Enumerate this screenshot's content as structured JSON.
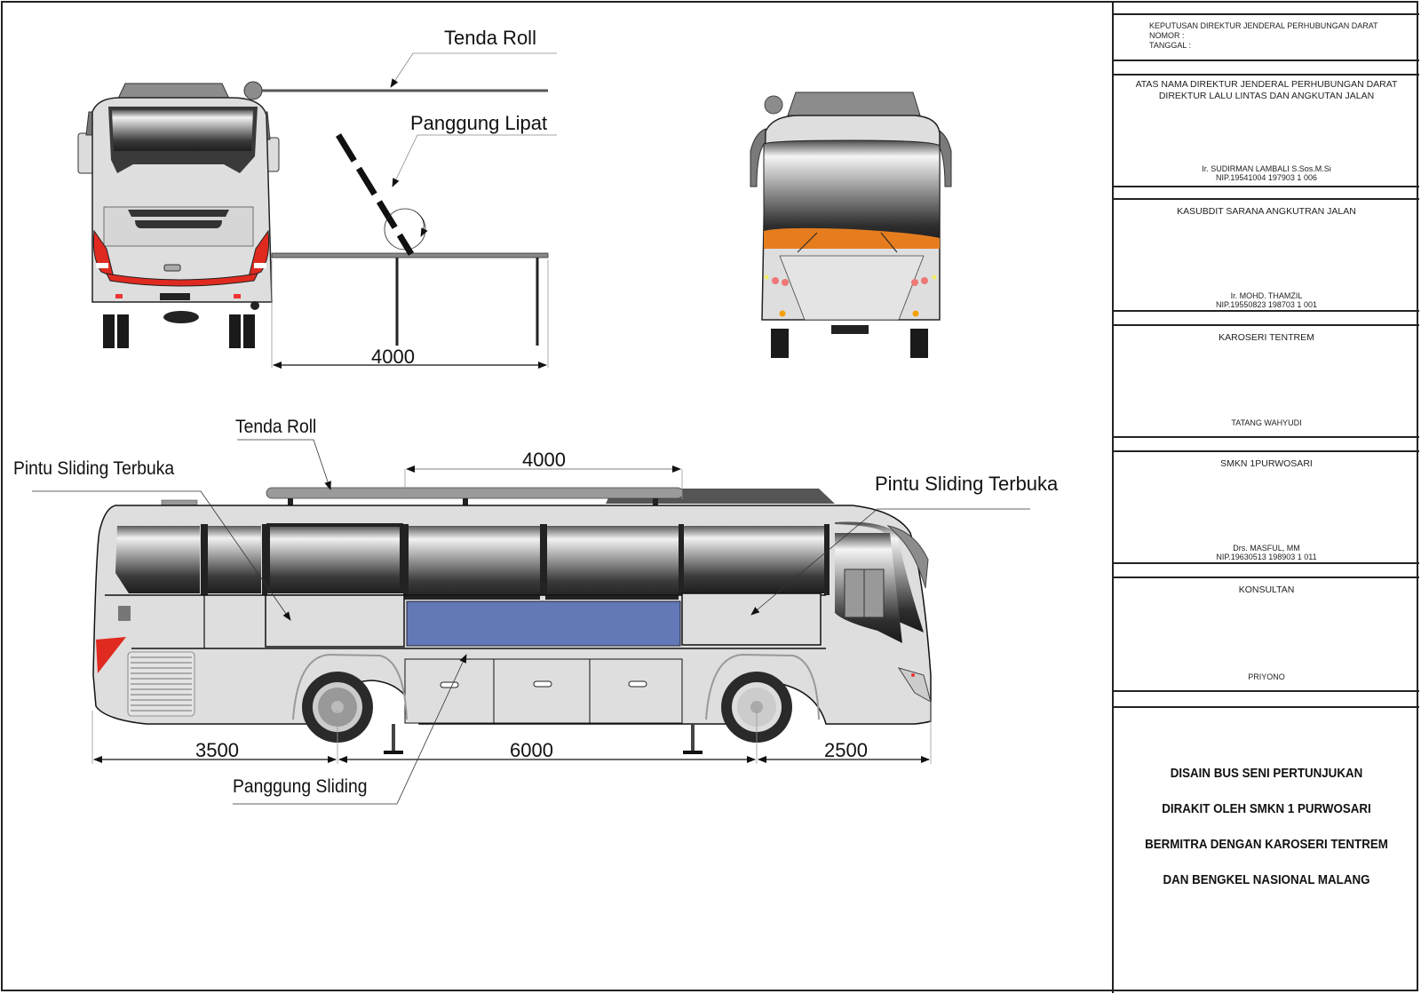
{
  "drawing": {
    "rear_view": {
      "labels": {
        "tenda_roll": "Tenda Roll",
        "panggung_lipat": "Panggung Lipat"
      },
      "dimension": "4000"
    },
    "front_view": {
      "colors": {
        "body": "#dedede",
        "visor": "#e57d1f",
        "roof": "#8a8a8a"
      }
    },
    "side_view": {
      "labels": {
        "tenda_roll": "Tenda Roll",
        "pintu_sliding_left": "Pintu Sliding Terbuka",
        "pintu_sliding_right": "Pintu Sliding Terbuka",
        "panggung_sliding": "Panggung Sliding"
      },
      "dimensions": {
        "tenda_width": "4000",
        "rear_overhang": "3500",
        "wheelbase": "6000",
        "front_overhang": "2500"
      },
      "colors": {
        "stage_panel": "#6378b6",
        "body": "#dedede",
        "tail_light": "#e02a20"
      }
    }
  },
  "title_block": {
    "decree": {
      "line1": "KEPUTUSAN DIREKTUR JENDERAL PERHUBUNGAN DARAT",
      "line2": "NOMOR    :",
      "line3": "TANGGAL :"
    },
    "signatories": [
      {
        "heading": [
          "ATAS NAMA DIREKTUR JENDERAL PERHUBUNGAN DARAT",
          "DIREKTUR LALU LINTAS DAN ANGKUTAN JALAN"
        ],
        "name": "Ir. SUDIRMAN LAMBALI S.Sos.M.Si",
        "nip": "NIP.19541004 197903 1 006"
      },
      {
        "heading": [
          "KASUBDIT SARANA ANGKUTRAN JALAN"
        ],
        "name": "Ir. MOHD. THAMZIL",
        "nip": "NIP.19550823 198703 1 001"
      },
      {
        "heading": [
          "KAROSERI TENTREM"
        ],
        "name": "TATANG WAHYUDI",
        "nip": ""
      },
      {
        "heading": [
          "SMKN 1PURWOSARI"
        ],
        "name": "Drs. MASFUL, MM",
        "nip": "NIP.19630513 198903 1 011"
      },
      {
        "heading": [
          "KONSULTAN"
        ],
        "name": "PRIYONO",
        "nip": ""
      }
    ],
    "project": [
      "DISAIN BUS SENI PERTUNJUKAN",
      "DIRAKIT OLEH SMKN 1 PURWOSARI",
      "BERMITRA DENGAN KAROSERI TENTREM",
      "DAN BENGKEL NASIONAL MALANG"
    ]
  }
}
